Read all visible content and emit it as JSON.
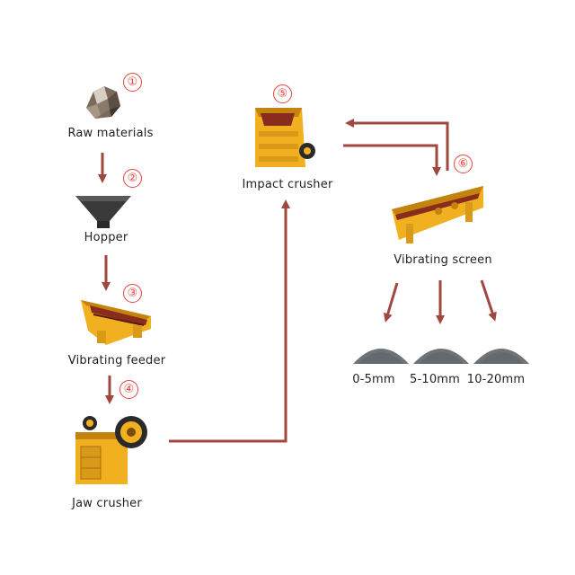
{
  "colors": {
    "arrow": "#a0473f",
    "badge": "#e8413a",
    "machine": "#f0b020",
    "pile": "#6e7378"
  },
  "steps": [
    {
      "number": "①",
      "label": "Raw materials",
      "icon": "rock-icon"
    },
    {
      "number": "②",
      "label": "Hopper",
      "icon": "hopper-icon"
    },
    {
      "number": "③",
      "label": "Vibrating feeder",
      "icon": "vibrating-feeder-icon"
    },
    {
      "number": "④",
      "label": "Jaw crusher",
      "icon": "jaw-crusher-icon"
    },
    {
      "number": "⑤",
      "label": "Impact crusher",
      "icon": "impact-crusher-icon"
    },
    {
      "number": "⑥",
      "label": "Vibrating screen",
      "icon": "vibrating-screen-icon"
    }
  ],
  "outputs": [
    {
      "label": "0-5mm",
      "icon": "gravel-pile-icon"
    },
    {
      "label": "5-10mm",
      "icon": "gravel-pile-icon"
    },
    {
      "label": "10-20mm",
      "icon": "gravel-pile-icon"
    }
  ]
}
